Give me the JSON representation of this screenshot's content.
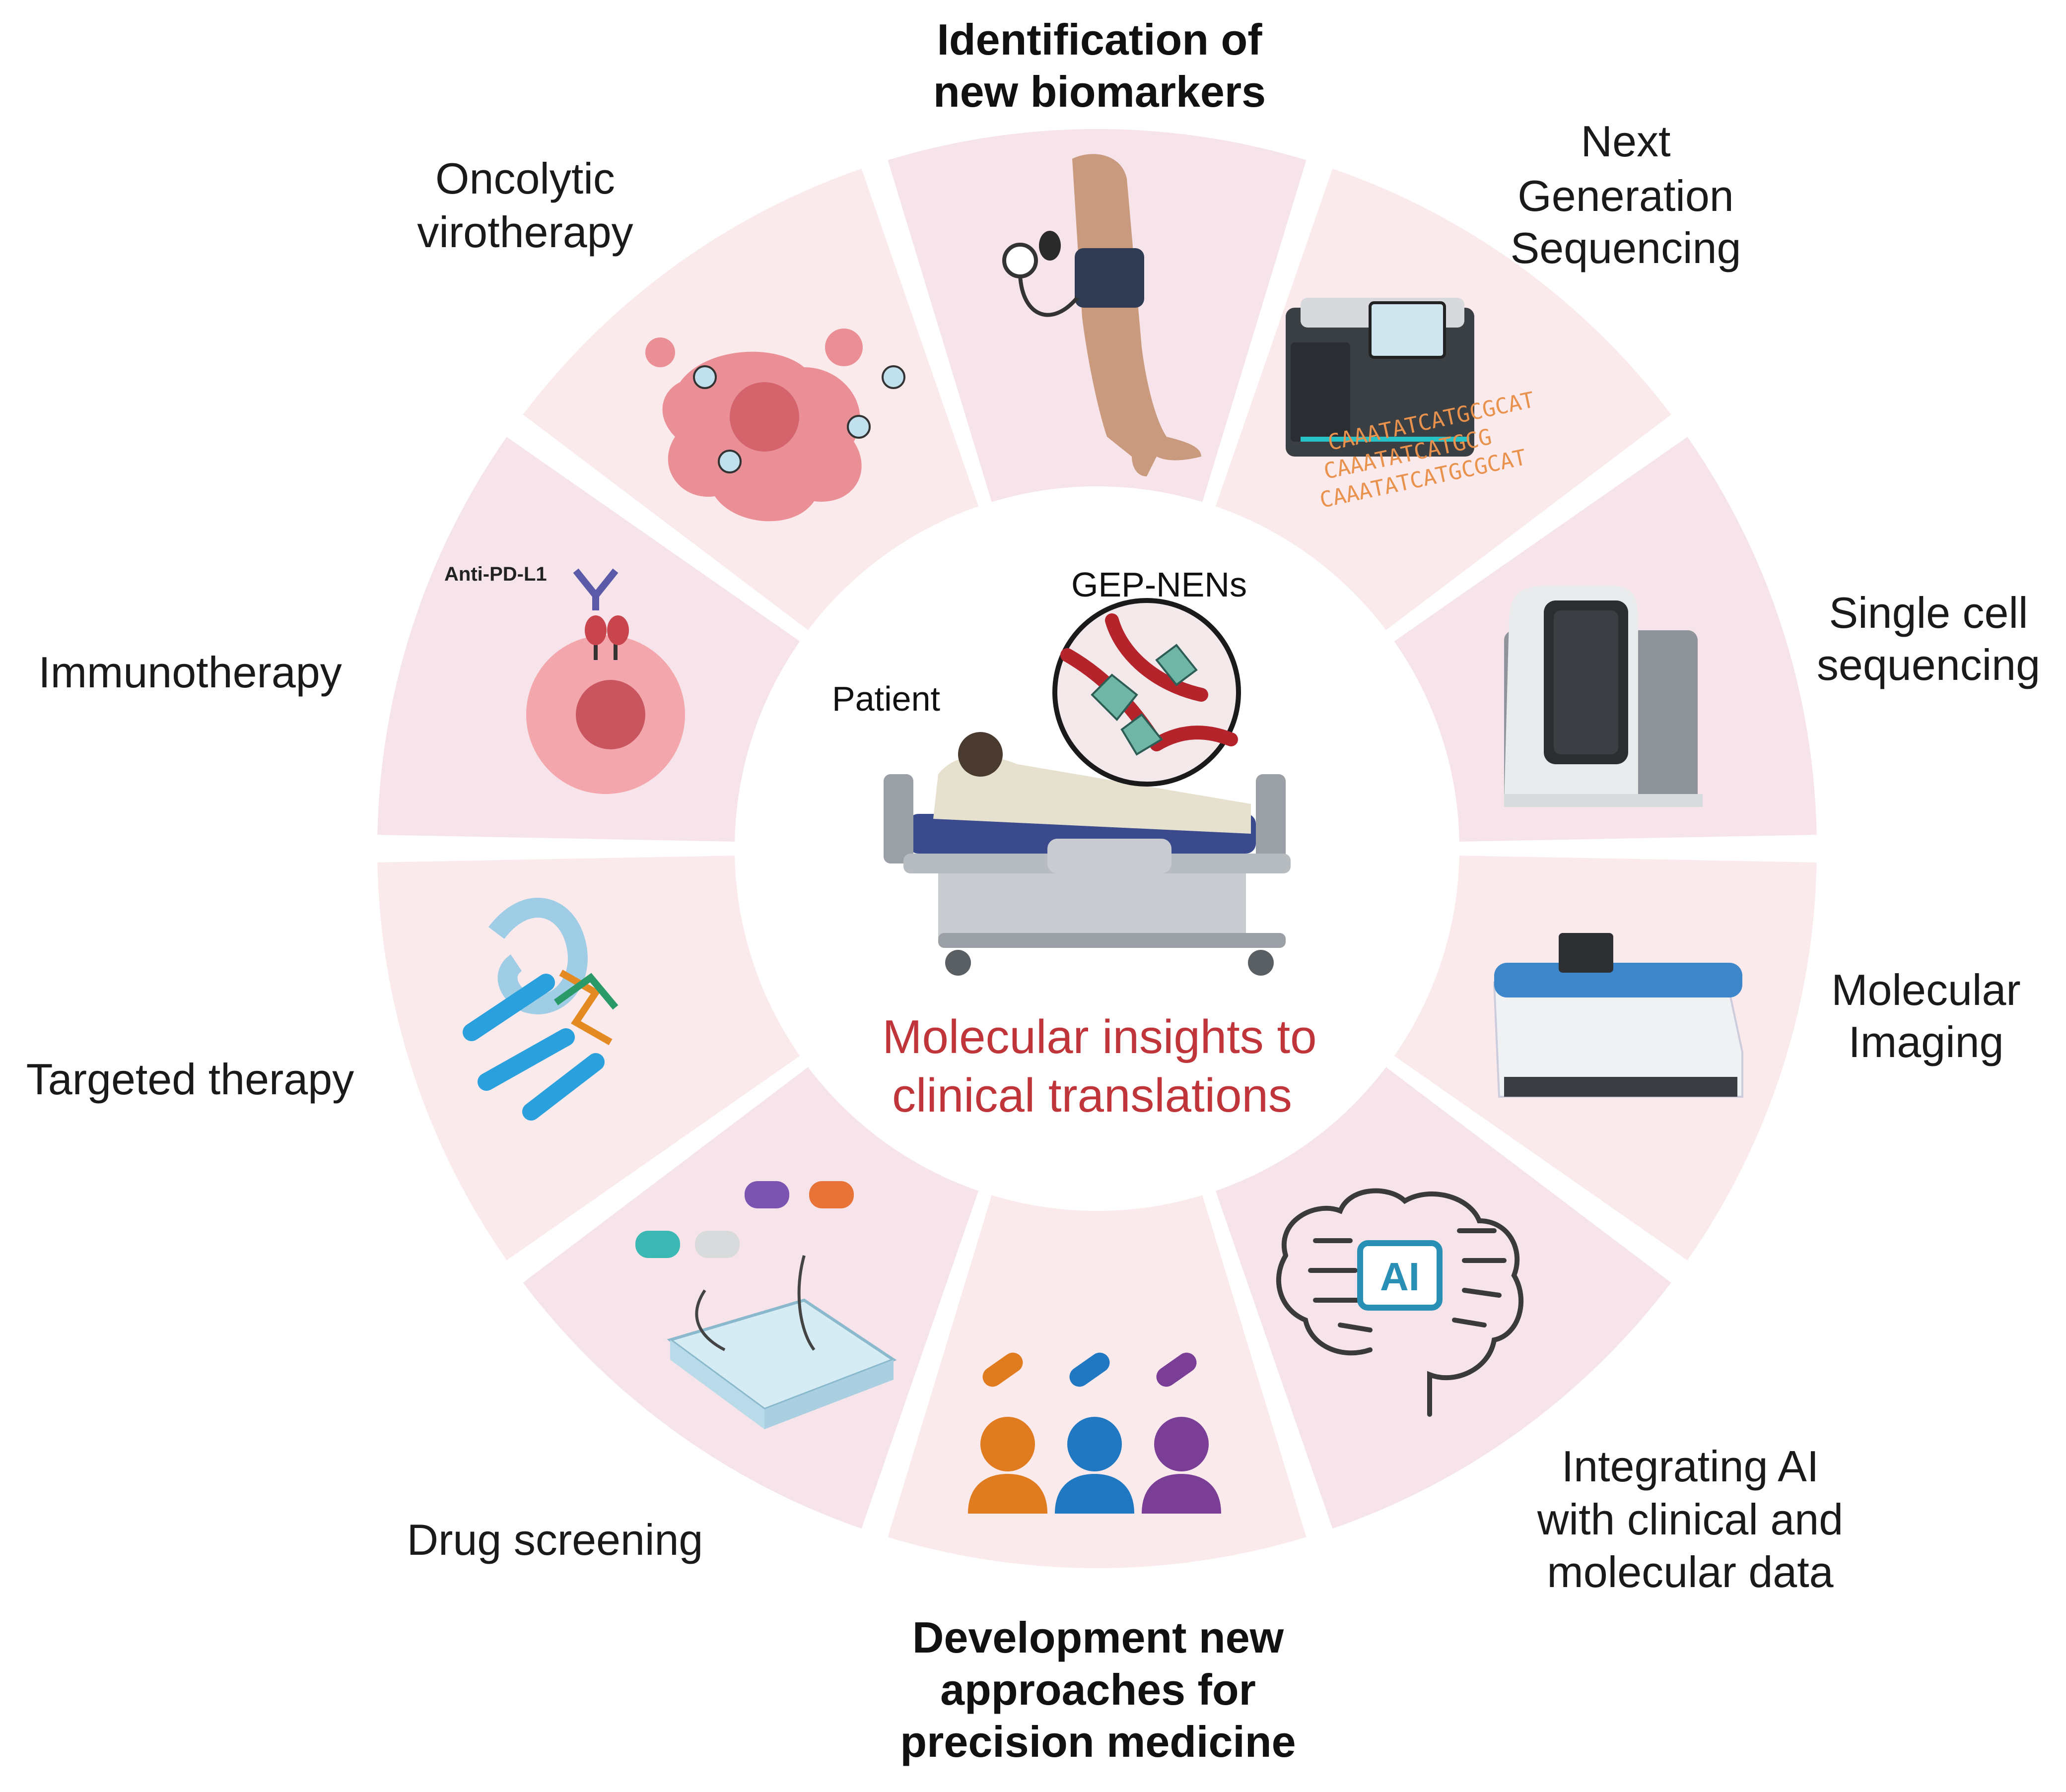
{
  "center": {
    "patient_label": "Patient",
    "tumor_label": "GEP-NENs",
    "title_line1": "Molecular insights to",
    "title_line2": "clinical translations"
  },
  "segments": [
    {
      "id": "biomarkers",
      "lines": [
        "Identification of",
        "new biomarkers"
      ],
      "bold": true,
      "icon": "blood-pressure-arm-icon"
    },
    {
      "id": "ngs",
      "lines": [
        "Next",
        "Generation",
        "Sequencing"
      ],
      "bold": false,
      "icon": "sequencer-machine-icon"
    },
    {
      "id": "single-cell",
      "lines": [
        "Single cell",
        "sequencing"
      ],
      "bold": false,
      "icon": "single-cell-device-icon"
    },
    {
      "id": "molecular-imaging",
      "lines": [
        "Molecular",
        "Imaging"
      ],
      "bold": false,
      "icon": "imaging-device-icon"
    },
    {
      "id": "ai",
      "lines": [
        "Integrating AI",
        "with clinical and",
        "molecular data"
      ],
      "bold": false,
      "icon": "ai-brain-icon"
    },
    {
      "id": "precision-medicine",
      "lines": [
        "Development new",
        "approaches for",
        "precision medicine"
      ],
      "bold": true,
      "icon": "patients-pills-icon"
    },
    {
      "id": "drug-screening",
      "lines": [
        "Drug screening"
      ],
      "bold": false,
      "icon": "well-plate-icon"
    },
    {
      "id": "targeted-therapy",
      "lines": [
        "Targeted therapy"
      ],
      "bold": false,
      "icon": "protein-structure-icon"
    },
    {
      "id": "immunotherapy",
      "lines": [
        "Immunotherapy"
      ],
      "bold": false,
      "icon": "antibody-cell-icon"
    },
    {
      "id": "oncolytic",
      "lines": [
        "Oncolytic",
        "virotherapy"
      ],
      "bold": false,
      "icon": "virus-tumor-icon"
    }
  ],
  "icon_texts": {
    "anti_pd_l1": "Anti-PD-L1",
    "ai_badge": "AI",
    "dna_seq": [
      "CAAATATCATGCGCAT",
      "CAAATATCATGCG",
      "CAAATATCATGCGCAT"
    ]
  },
  "colors": {
    "segment_fill": "#f7e4ea",
    "segment_fill_alt": "#fbeaec",
    "center_title": "#c0353a",
    "label_text": "#1a1a1a",
    "orange": "#e07b1f",
    "blue": "#1f78c1",
    "purple": "#7a3e97"
  }
}
